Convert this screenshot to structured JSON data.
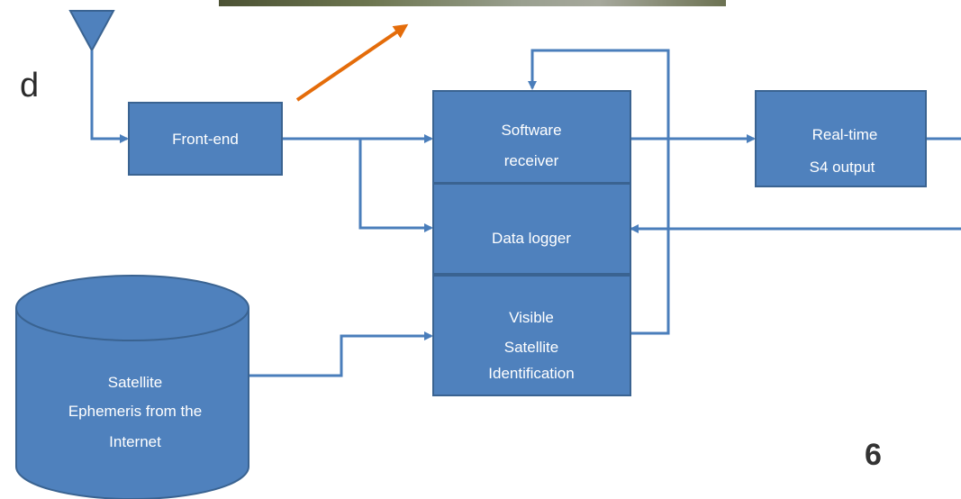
{
  "partial_text": "d",
  "slide_number": "6",
  "nodes": {
    "front_end": {
      "lines": [
        "Front-end"
      ]
    },
    "software_receiver": {
      "lines": [
        "Software",
        "receiver"
      ]
    },
    "data_logger": {
      "lines": [
        "Data logger"
      ]
    },
    "visible_satellite": {
      "lines": [
        "Visible",
        "Satellite",
        "Identification"
      ]
    },
    "realtime_output": {
      "lines": [
        "Real-time",
        "S4 output"
      ]
    },
    "ephemeris_db": {
      "lines": [
        "Satellite",
        "Ephemeris from the",
        "Internet"
      ]
    }
  },
  "colors": {
    "box_fill": "#4f81bd",
    "box_stroke": "#3a6391",
    "line": "#4a7ebb",
    "highlight_arrow": "#e46c0a",
    "text": "#ffffff"
  }
}
